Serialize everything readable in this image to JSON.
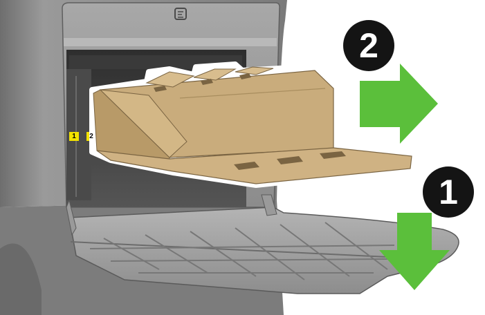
{
  "illustration": {
    "description_free": true,
    "steps": [
      {
        "label": "1",
        "arrow_direction": "down"
      },
      {
        "label": "2",
        "arrow_direction": "right"
      }
    ],
    "slot_labels": [
      "1",
      "2"
    ],
    "colors": {
      "arrow_green": "#5bbf3b",
      "badge_black": "#141414",
      "tray_tan": "#c9ac7c",
      "printer_gray": "#8e8e8e",
      "slot_yellow": "#f2e200"
    }
  }
}
